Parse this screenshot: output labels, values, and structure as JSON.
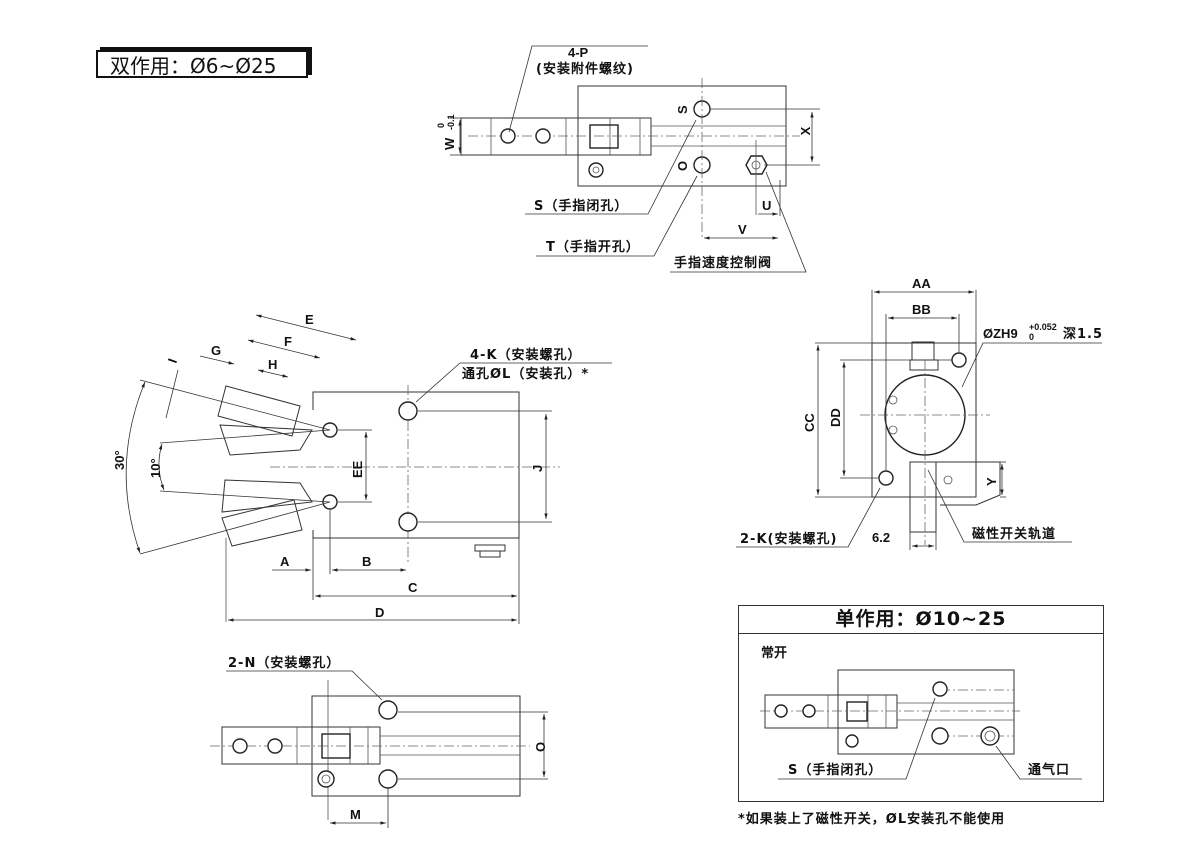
{
  "title": "双作用：Ø6~Ø25",
  "top_view": {
    "callout_4p": "4-P",
    "callout_4p_note": "(安装附件螺纹)",
    "w_label": "W",
    "w_tol_upper": "0",
    "w_tol_lower": "-0.1",
    "s_label": "S",
    "o_label": "O",
    "x_label": "X",
    "u_label": "U",
    "v_label": "V",
    "s_port": "S（手指闭孔）",
    "t_port": "T（手指开孔）",
    "speed_valve": "手指速度控制阀"
  },
  "side_view": {
    "e_label": "E",
    "f_label": "F",
    "g_label": "G",
    "h_label": "H",
    "i_label": "I",
    "angle_30": "30°",
    "angle_10": "10°",
    "ee_label": "EE",
    "j_label": "J",
    "a_label": "A",
    "b_label": "B",
    "c_label": "C",
    "d_label": "D",
    "callout_4k": "4-K（安装螺孔）",
    "callout_l": "通孔ØL（安装孔）*"
  },
  "end_view": {
    "aa_label": "AA",
    "bb_label": "BB",
    "cc_label": "CC",
    "dd_label": "DD",
    "y_label": "Y",
    "zh_label": "ØZH9",
    "zh_tol_upper": "+0.052",
    "zh_tol_lower": "0",
    "zh_depth": "深1.5",
    "callout_2k": "2-K(安装螺孔)",
    "dim_62": "6.2",
    "switch_rail": "磁性开关轨道"
  },
  "bottom_view": {
    "callout_2n": "2-N（安装螺孔）",
    "m_label": "M",
    "o_label": "O"
  },
  "single_acting": {
    "title": "单作用：Ø10~25",
    "mode": "常开",
    "s_port": "S（手指闭孔）",
    "vent": "通气口"
  },
  "footnote": "*如果装上了磁性开关，ØL安装孔不能使用"
}
